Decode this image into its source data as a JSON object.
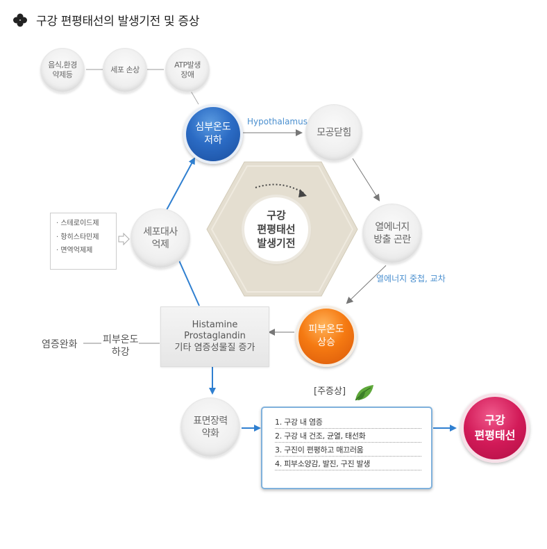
{
  "title": "구강 편평태선의 발생기전 및 증상",
  "top_circles": [
    {
      "line1": "음식,환경",
      "line2": "약제등"
    },
    {
      "line1": "세포 손상",
      "line2": ""
    },
    {
      "line1": "ATP발생",
      "line2": "장애"
    }
  ],
  "nodes": {
    "core_temp_low": {
      "line1": "심부온도",
      "line2": "저하"
    },
    "pore_closing": {
      "line1": "모공닫힘"
    },
    "heat_release": {
      "line1": "열에너지",
      "line2": "방출 곤란"
    },
    "skin_temp_rise": {
      "line1": "피부온도",
      "line2": "상승"
    },
    "metabolism": {
      "line1": "세포대사",
      "line2": "억제"
    },
    "surface_tension": {
      "line1": "표면장력",
      "line2": "약화"
    },
    "result": {
      "line1": "구강",
      "line2": "편평태선"
    }
  },
  "center": {
    "line1": "구강",
    "line2": "편평태선",
    "line3": "발생기전"
  },
  "histamine": {
    "line1": "Histamine",
    "line2": "Prostaglandin",
    "line3": "기타 염증성물질 증가"
  },
  "steroid_list": [
    "· 스테로이드제",
    "· 항히스타민제",
    "· 면역억제제"
  ],
  "labels": {
    "hypothalamus": "Hypothalamus",
    "heat_overlap": "열에너지 중첩, 교차",
    "inflammation_relief": "염증완화",
    "skin_temp_drop_1": "피부온도",
    "skin_temp_drop_2": "하강"
  },
  "symptoms_title": "[주증상]",
  "symptoms": [
    "1. 구강 내 염증",
    "2. 구강 내 건조, 균열, 태선화",
    "3. 구진이 편평하고 매끄러움",
    "4. 피부소양감, 발진, 구진 발생"
  ],
  "colors": {
    "blue": "#2b6bc4",
    "orange": "#f57a12",
    "pink": "#d21a58",
    "arrow_blue": "#2f7fd0"
  }
}
